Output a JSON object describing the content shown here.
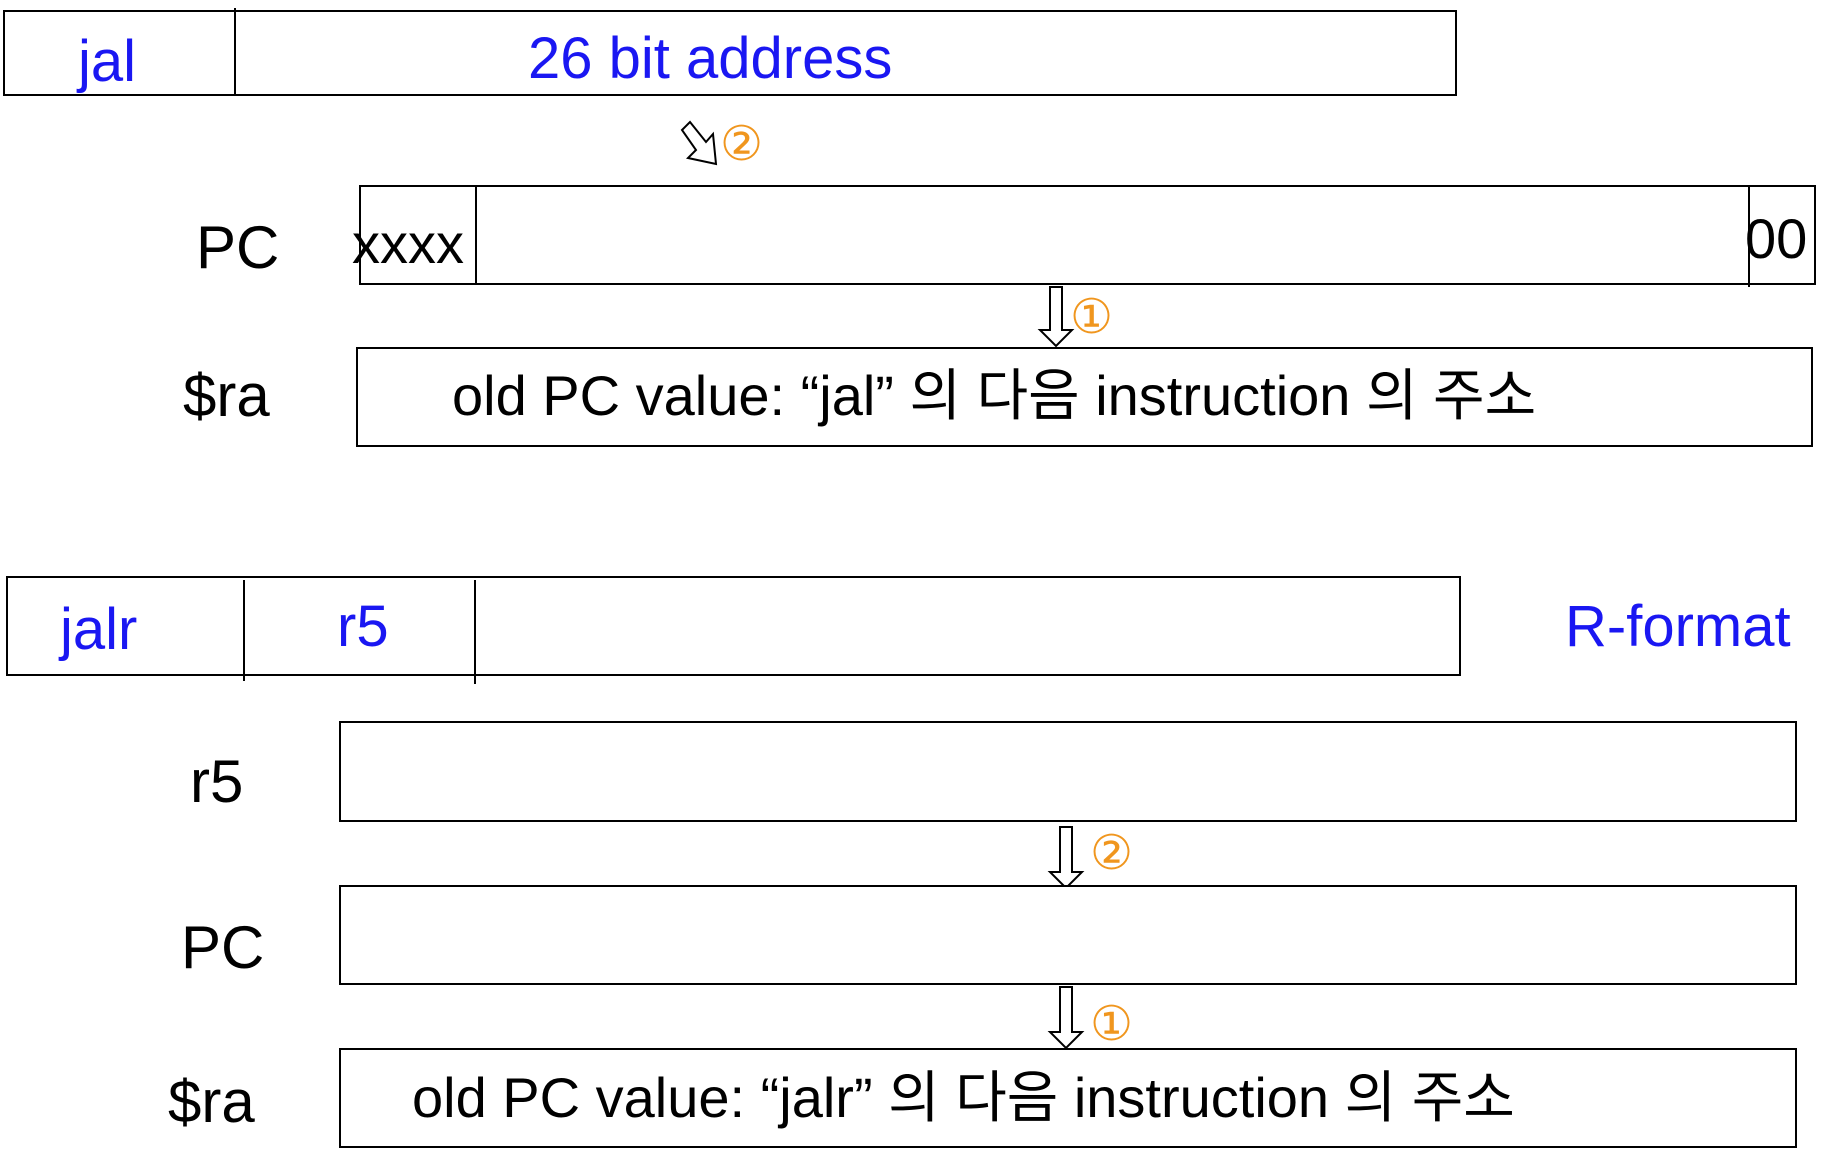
{
  "jal_section": {
    "opcode": "jal",
    "address_field": "26 bit address",
    "step2_marker": "②",
    "pc_label": "PC",
    "pc_upper_bits": "xxxx",
    "pc_low_bits": "00",
    "step1_marker": "①",
    "ra_label": "$ra",
    "ra_value": "old PC value: “jal” 의 다음 instruction 의 주소"
  },
  "jalr_section": {
    "opcode": "jalr",
    "register_field": "r5",
    "format_label": "R-format",
    "r5_label": "r5",
    "step2_marker": "②",
    "pc_label": "PC",
    "step1_marker": "①",
    "ra_label": "$ra",
    "ra_value": "old PC value: “jalr” 의 다음 instruction 의 주소"
  },
  "colors": {
    "instruction_text": "#1a17f2",
    "step_marker": "#f0961e",
    "register_text": "#000000"
  }
}
